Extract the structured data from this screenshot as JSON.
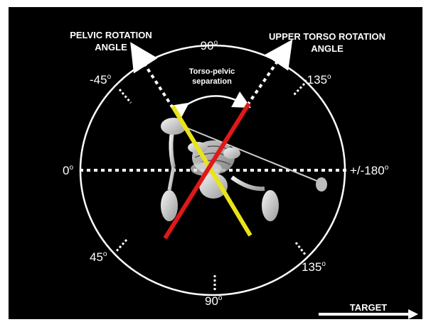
{
  "labels": {
    "pelvic_line1": "PELVIC ROTATION",
    "pelvic_line2": "ANGLE",
    "torso_line1": "UPPER TORSO ROTATION",
    "torso_line2": "ANGLE",
    "separation_line1": "Torso-pelvic",
    "separation_line2": "separation",
    "target": "TARGET"
  },
  "angles": {
    "a_neg90": "-90",
    "a_neg45": "-45",
    "a_neg135": "-135",
    "a_0": "0",
    "a_pm180": "+/-180",
    "a_45": "45",
    "a_135": "135",
    "a_90": "90",
    "degree_symbol": "o"
  },
  "colors": {
    "background": "#000000",
    "frame": "#ffffff",
    "pelvis_line": "#e8e41a",
    "torso_line": "#e01818",
    "circle": "#ffffff"
  },
  "icons": [
    "golfer-skeleton-figure",
    "golf-club",
    "target-arrow-icon"
  ]
}
